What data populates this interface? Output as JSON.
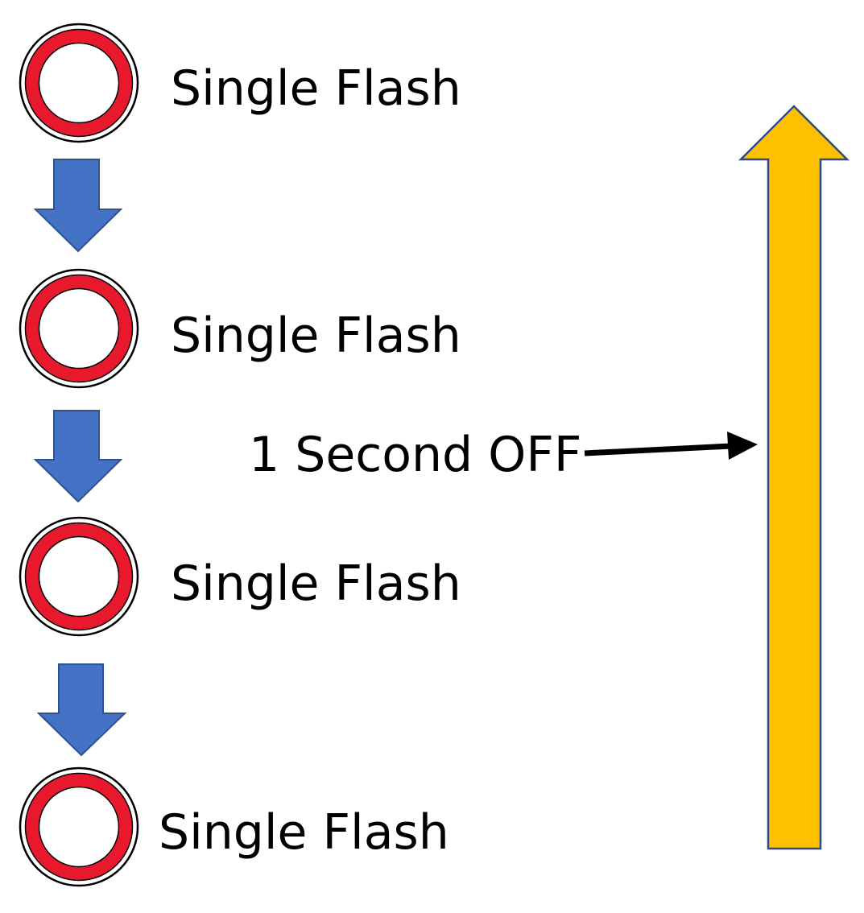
{
  "diagram": {
    "steps": [
      {
        "label": "Single Flash"
      },
      {
        "label": "Single Flash"
      },
      {
        "label": "Single Flash"
      },
      {
        "label": "Single Flash"
      }
    ],
    "off_label": "1 Second OFF"
  },
  "colors": {
    "ring_red": "#e8192c",
    "ring_outline": "#000000",
    "down_arrow": "#4472c4",
    "down_arrow_outline": "#2f528f",
    "loop_arrow": "#ffc000",
    "loop_arrow_outline": "#2f4a8a",
    "pointer_arrow": "#000000",
    "text": "#000000"
  },
  "icons": {
    "indicator": "led-ring-icon",
    "flow": "down-arrow-icon",
    "repeat": "up-arrow-icon"
  }
}
